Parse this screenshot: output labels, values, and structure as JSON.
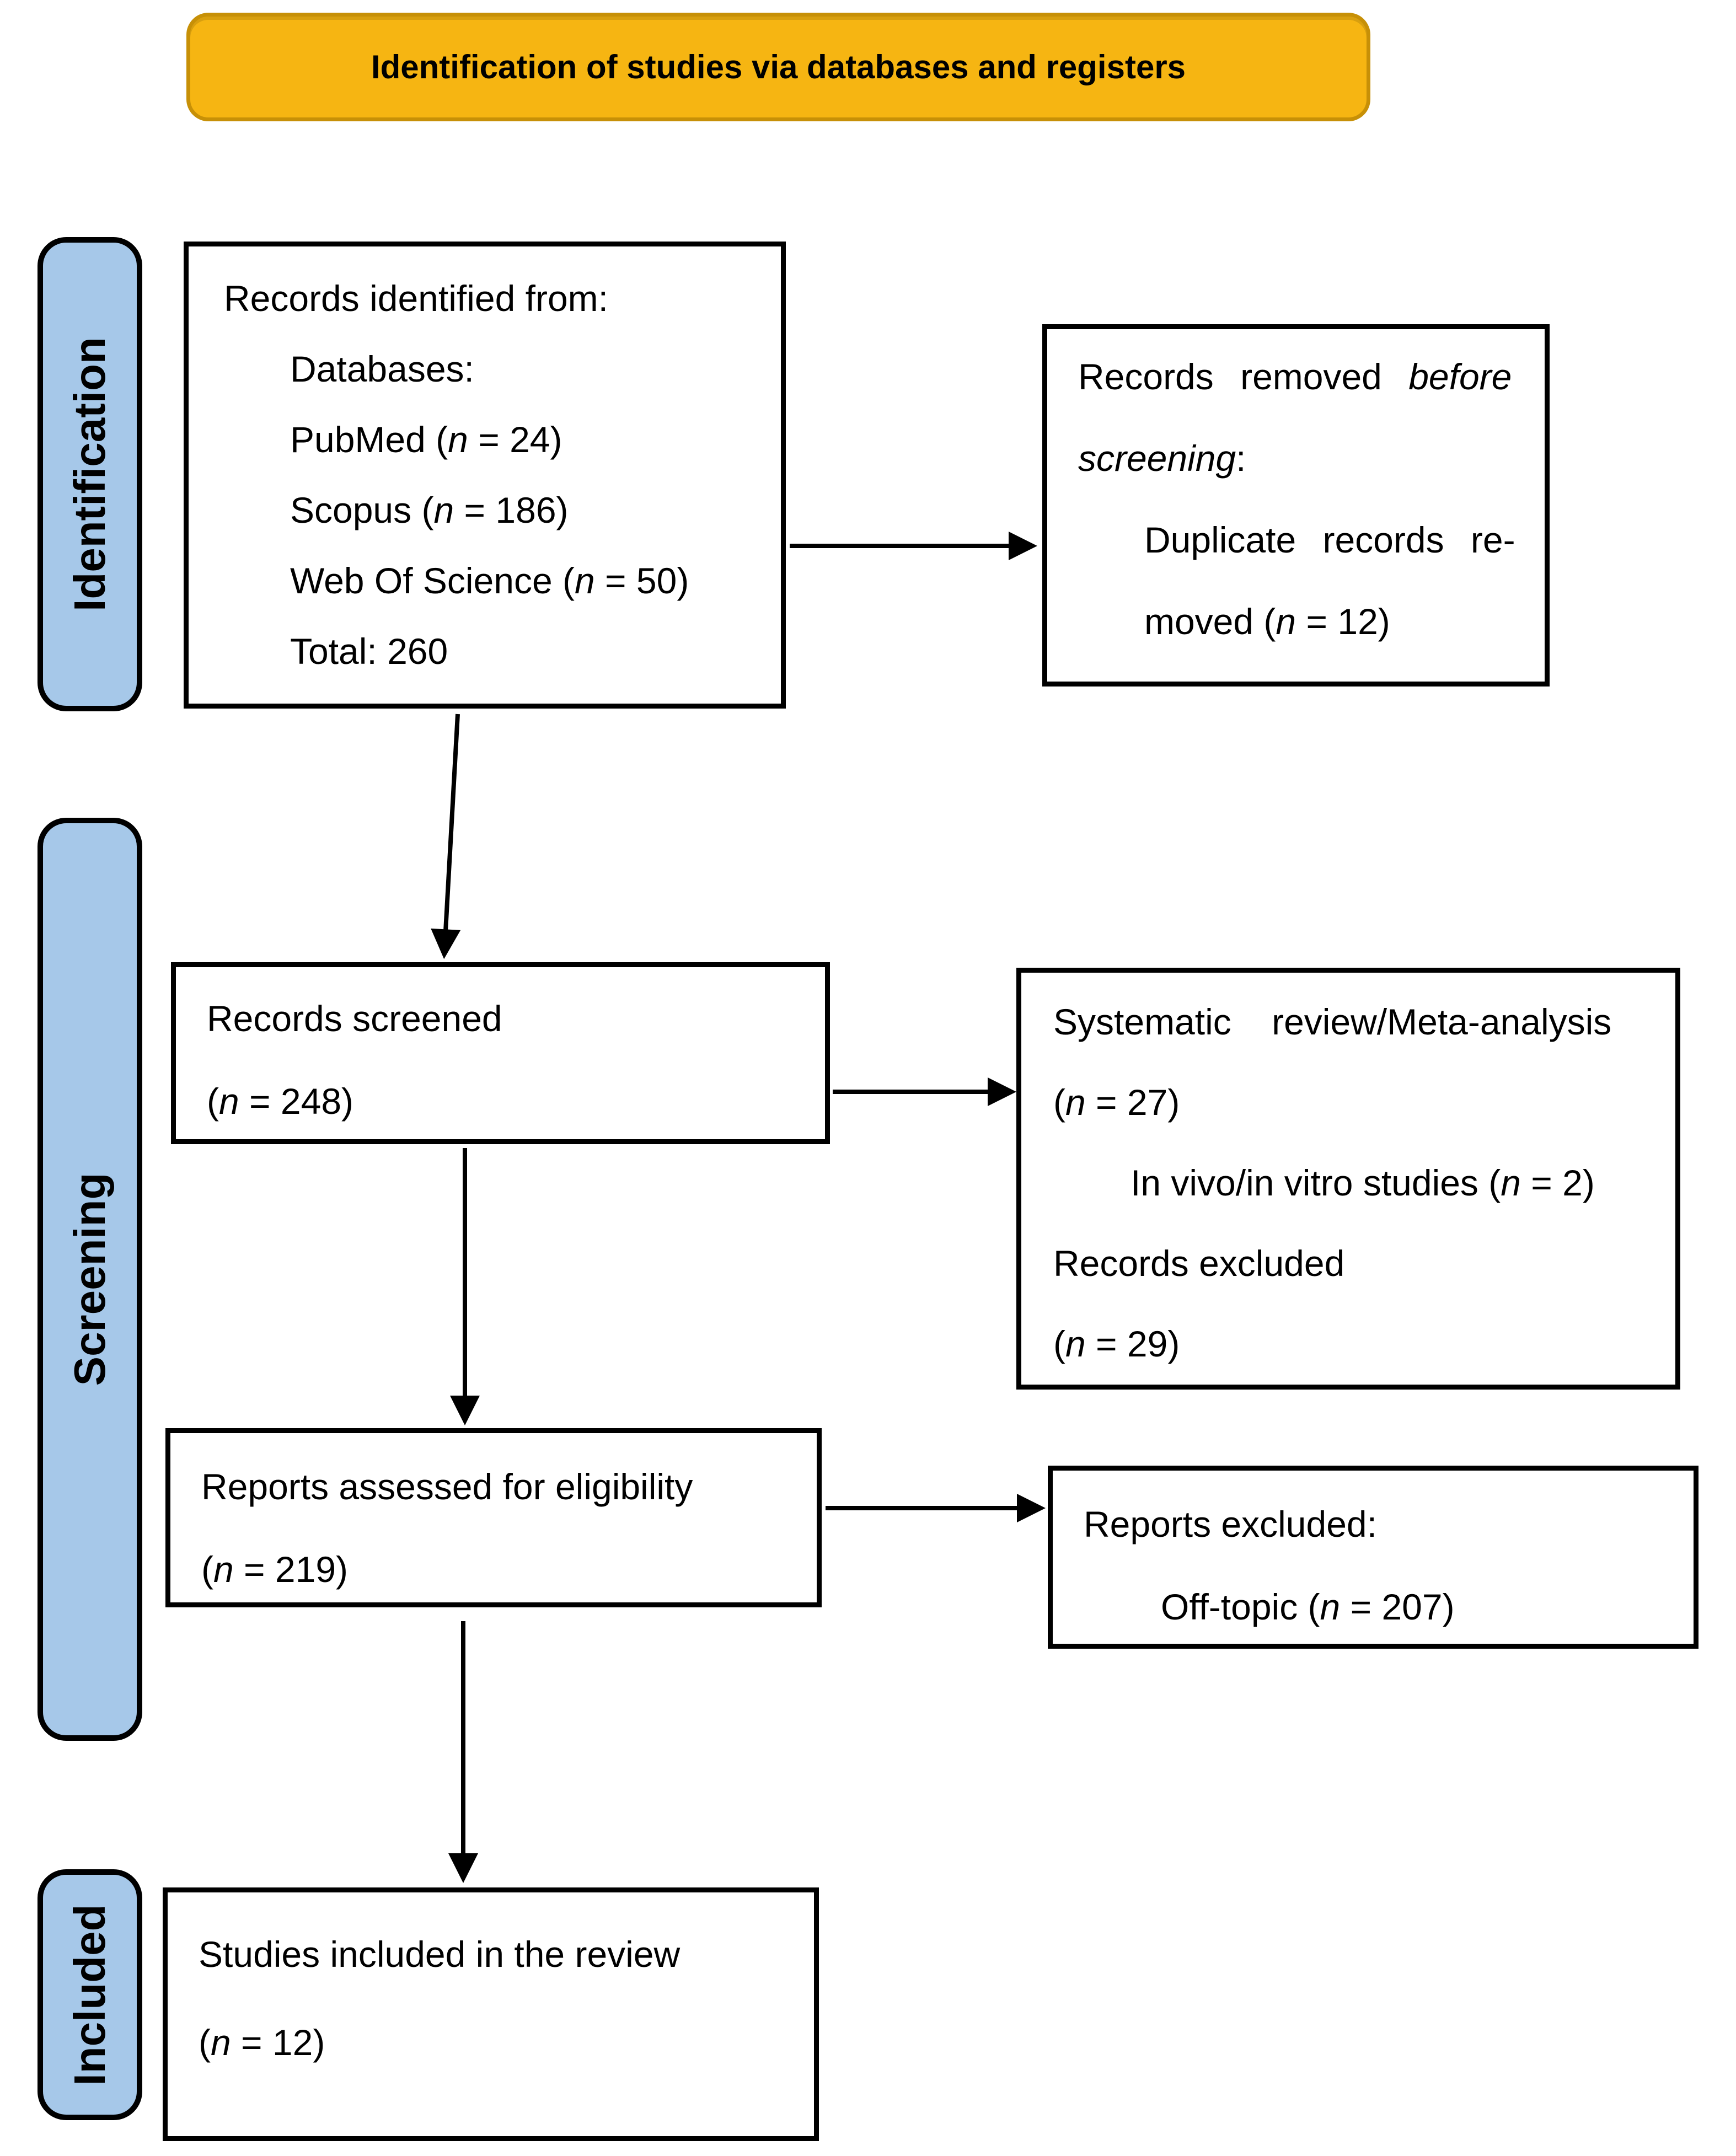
{
  "title": {
    "text": "Identification of studies via databases and registers"
  },
  "stages": [
    {
      "label": "Identification"
    },
    {
      "label": "Screening"
    },
    {
      "label": "Included"
    }
  ],
  "colors": {
    "banner_fill": "#F6B512",
    "banner_border": "#C79007",
    "stage_fill": "#A6C8E9",
    "stage_border": "#000000",
    "box_border": "#000000",
    "arrow": "#000000",
    "background": "#FFFFFF",
    "text": "#000000"
  },
  "boxes": {
    "identified": {
      "lines": [
        {
          "segments": [
            {
              "t": "Records identified from:"
            }
          ]
        },
        {
          "indent": 1,
          "segments": [
            {
              "t": "Databases:"
            }
          ]
        },
        {
          "indent": 1,
          "segments": [
            {
              "t": "PubMed ("
            },
            {
              "t": "n",
              "i": true
            },
            {
              "t": " = 24)"
            }
          ]
        },
        {
          "indent": 1,
          "segments": [
            {
              "t": "Scopus ("
            },
            {
              "t": "n",
              "i": true
            },
            {
              "t": " = 186)"
            }
          ]
        },
        {
          "indent": 1,
          "segments": [
            {
              "t": "Web Of Science ("
            },
            {
              "t": "n",
              "i": true
            },
            {
              "t": " = 50)"
            }
          ]
        },
        {
          "indent": 1,
          "segments": [
            {
              "t": "Total: 260"
            }
          ]
        }
      ]
    },
    "removed": {
      "lines": [
        {
          "ws": 1,
          "segments": [
            {
              "t": "Records removed "
            },
            {
              "t": "before",
              "i": true
            }
          ]
        },
        {
          "segments": [
            {
              "t": "screening",
              "i": true
            },
            {
              "t": ":"
            }
          ]
        },
        {
          "indent": 1,
          "ws": 1,
          "segments": [
            {
              "t": "Duplicate records re-"
            }
          ]
        },
        {
          "indent": 1,
          "segments": [
            {
              "t": "moved ("
            },
            {
              "t": "n",
              "i": true
            },
            {
              "t": " = 12)"
            }
          ]
        }
      ]
    },
    "screened": {
      "lines": [
        {
          "segments": [
            {
              "t": "Records screened"
            }
          ]
        },
        {
          "segments": [
            {
              "t": "("
            },
            {
              "t": "n",
              "i": true
            },
            {
              "t": " = 248)"
            }
          ]
        }
      ]
    },
    "excluded_screening": {
      "lines": [
        {
          "ws": 2,
          "segments": [
            {
              "t": "Systematic review/Meta-analysis"
            }
          ]
        },
        {
          "segments": [
            {
              "t": "("
            },
            {
              "t": "n",
              "i": true
            },
            {
              "t": " = 27)"
            }
          ]
        },
        {
          "indent": 1,
          "segments": [
            {
              "t": "In vivo/in vitro studies ("
            },
            {
              "t": "n",
              "i": true
            },
            {
              "t": " = 2)"
            }
          ]
        },
        {
          "segments": [
            {
              "t": "Records excluded"
            }
          ]
        },
        {
          "segments": [
            {
              "t": "("
            },
            {
              "t": "n",
              "i": true
            },
            {
              "t": " = 29)"
            }
          ]
        }
      ]
    },
    "assessed": {
      "lines": [
        {
          "segments": [
            {
              "t": "Reports assessed for eligibility"
            }
          ]
        },
        {
          "segments": [
            {
              "t": "("
            },
            {
              "t": "n",
              "i": true
            },
            {
              "t": " = 219)"
            }
          ]
        }
      ]
    },
    "reports_excluded": {
      "lines": [
        {
          "segments": [
            {
              "t": "Reports excluded:"
            }
          ]
        },
        {
          "indent": 1,
          "segments": [
            {
              "t": "Off-topic ("
            },
            {
              "t": "n",
              "i": true
            },
            {
              "t": " = 207)"
            }
          ]
        }
      ]
    },
    "included": {
      "lines": [
        {
          "segments": [
            {
              "t": "Studies included in the review"
            }
          ]
        },
        {
          "segments": [
            {
              "t": "("
            },
            {
              "t": "n",
              "i": true
            },
            {
              "t": " = 12)"
            }
          ]
        }
      ]
    }
  }
}
